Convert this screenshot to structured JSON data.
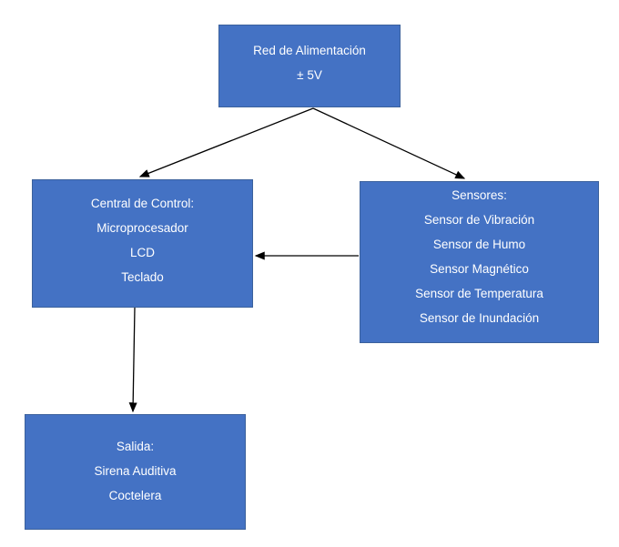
{
  "diagram": {
    "colors": {
      "background": "#ffffff",
      "box_fill": "#4472C4",
      "box_border": "#3B619C",
      "text_color": "#ffffff",
      "arrow_color": "#000000"
    },
    "boxes": {
      "power": {
        "lines": [
          "Red de Alimentación",
          "± 5V"
        ]
      },
      "control": {
        "lines": [
          "Central de Control:",
          "Microprocesador",
          "LCD",
          "Teclado"
        ]
      },
      "sensors": {
        "lines": [
          "Sensores:",
          "Sensor de Vibración",
          "Sensor de Humo",
          "Sensor Magnético",
          "Sensor de Temperatura",
          "Sensor de Inundación"
        ]
      },
      "output": {
        "lines": [
          "Salida:",
          "Sirena Auditiva",
          "Coctelera"
        ]
      }
    },
    "connections": [
      {
        "from": "power",
        "to": "control"
      },
      {
        "from": "power",
        "to": "sensors"
      },
      {
        "from": "sensors",
        "to": "control"
      },
      {
        "from": "control",
        "to": "output"
      }
    ]
  }
}
